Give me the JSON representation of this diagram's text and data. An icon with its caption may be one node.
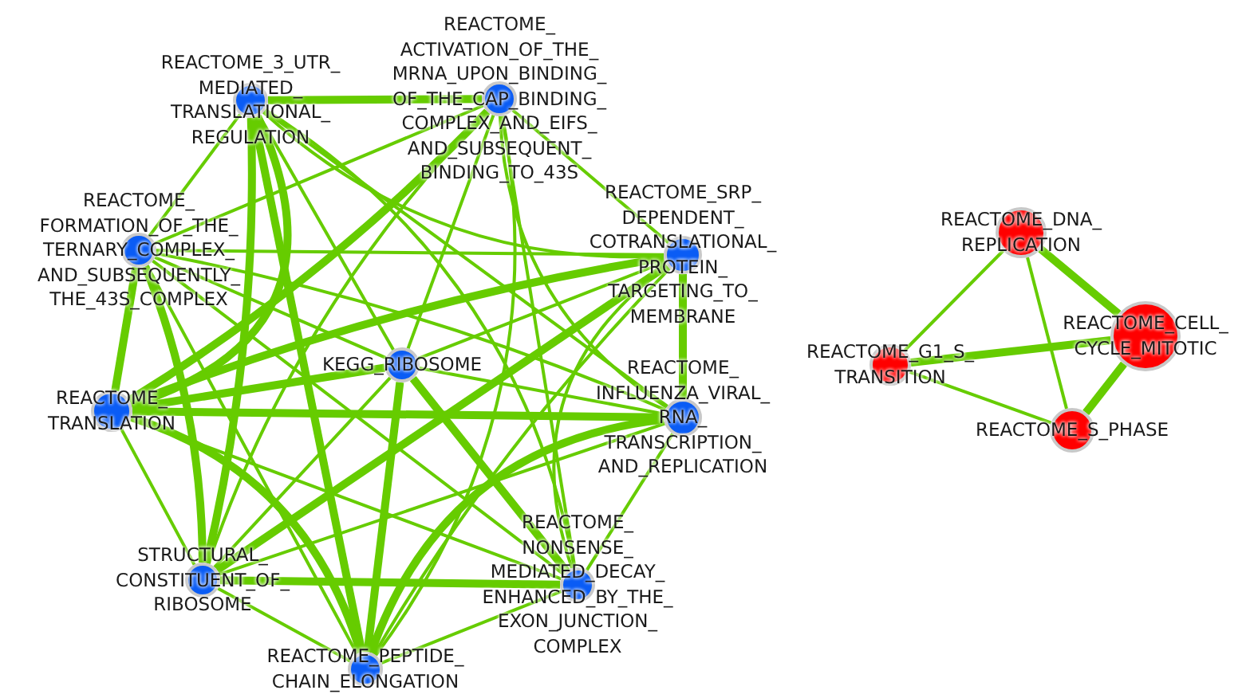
{
  "diagram": {
    "nodes": [
      {
        "text": [
          "REACTOME_3_UTR_ MEDIATED_ TRANSLATIONAL_ REGULATION"
        ]
      },
      {
        "text": [
          "REACTOME_ ACTIVATION_OF_THE_ MRNA_UPON_BINDING_ OF_THE_CAP_BINDING_ COMPLEX_AND_EIFS_ AND_SUBSEQUENT_ BINDING_TO_43S"
        ]
      },
      {
        "text": [
          "REACTOME_ FORMATION_OF_THE_ TERNARY_COMPLEX_ AND_SUBSEQUENTLY_ THE_43S_COMPLEX"
        ]
      },
      {
        "text": [
          "REACTOME_SRP_ DEPENDENT_ COTRANSLATIONAL_ PROTEIN_ TARGETING_TO_ MEMBRANE"
        ]
      },
      {
        "text": [
          "KEGG_RIBOSOME"
        ]
      },
      {
        "text": [
          "REACTOME_ TRANSLATION"
        ]
      },
      {
        "text": [
          "REACTOME_ INFLUENZA_VIRAL_ RNA_ TRANSCRIPTION_ AND_REPLICATION"
        ]
      },
      {
        "text": [
          "STRUCTURAL_ CONSTITUENT_OF_ RIBOSOME"
        ]
      },
      {
        "text": [
          "REACTOME_ NONSENSE_ MEDIATED_DECAY_ ENHANCED_BY_THE_ EXON_JUNCTION_ COMPLEX"
        ]
      },
      {
        "text": [
          "REACTOME_PEPTIDE_ CHAIN_ELONGATION"
        ]
      },
      {
        "text": [
          "REACTOME_DNA_ REPLICATION"
        ]
      },
      {
        "text": [
          "REACTOME_G1_S_ TRANSITION"
        ]
      },
      {
        "text": [
          "REACTOME_CELL_ CYCLE_MITOTIC"
        ]
      },
      {
        "text": [
          "REACTOME_S_PHASE"
        ]
      }
    ],
    "edges": [
      {
        "from": 0,
        "to": 1,
        "arrow": "none",
        "style": "thick"
      },
      {
        "from": 0,
        "to": 2,
        "arrow": "none"
      },
      {
        "from": 0,
        "to": 3,
        "arrow": "none"
      },
      {
        "from": 0,
        "to": 4,
        "arrow": "none"
      },
      {
        "from": 0,
        "to": 5,
        "arrow": "none",
        "style": "thick"
      },
      {
        "from": 0,
        "to": 6,
        "arrow": "none"
      },
      {
        "from": 0,
        "to": 7,
        "arrow": "none",
        "style": "thick"
      },
      {
        "from": 0,
        "to": 8,
        "arrow": "none"
      },
      {
        "from": 0,
        "to": 9,
        "arrow": "none",
        "style": "thick"
      },
      {
        "from": 1,
        "to": 2,
        "arrow": "none"
      },
      {
        "from": 1,
        "to": 3,
        "arrow": "none"
      },
      {
        "from": 1,
        "to": 4,
        "arrow": "none"
      },
      {
        "from": 1,
        "to": 5,
        "arrow": "none",
        "style": "thick"
      },
      {
        "from": 1,
        "to": 6,
        "arrow": "none"
      },
      {
        "from": 1,
        "to": 7,
        "arrow": "none"
      },
      {
        "from": 1,
        "to": 8,
        "arrow": "none"
      },
      {
        "from": 1,
        "to": 9,
        "arrow": "none"
      },
      {
        "from": 2,
        "to": 3,
        "arrow": "none"
      },
      {
        "from": 2,
        "to": 4,
        "arrow": "none"
      },
      {
        "from": 2,
        "to": 5,
        "arrow": "none",
        "style": "thick"
      },
      {
        "from": 2,
        "to": 6,
        "arrow": "none"
      },
      {
        "from": 2,
        "to": 7,
        "arrow": "none",
        "style": "thick"
      },
      {
        "from": 2,
        "to": 8,
        "arrow": "none"
      },
      {
        "from": 2,
        "to": 9,
        "arrow": "none"
      },
      {
        "from": 3,
        "to": 4,
        "arrow": "none"
      },
      {
        "from": 3,
        "to": 5,
        "arrow": "none",
        "style": "thick"
      },
      {
        "from": 3,
        "to": 6,
        "arrow": "none",
        "style": "thick"
      },
      {
        "from": 3,
        "to": 7,
        "arrow": "none",
        "style": "thick"
      },
      {
        "from": 3,
        "to": 8,
        "arrow": "none"
      },
      {
        "from": 3,
        "to": 9,
        "arrow": "none"
      },
      {
        "from": 4,
        "to": 5,
        "arrow": "none",
        "style": "thick"
      },
      {
        "from": 4,
        "to": 6,
        "arrow": "none"
      },
      {
        "from": 4,
        "to": 7,
        "arrow": "none"
      },
      {
        "from": 4,
        "to": 8,
        "arrow": "none",
        "style": "thick"
      },
      {
        "from": 4,
        "to": 9,
        "arrow": "none",
        "style": "thick"
      },
      {
        "from": 5,
        "to": 6,
        "arrow": "none",
        "style": "thick"
      },
      {
        "from": 5,
        "to": 7,
        "arrow": "none"
      },
      {
        "from": 5,
        "to": 8,
        "arrow": "none"
      },
      {
        "from": 5,
        "to": 9,
        "arrow": "none",
        "style": "thick"
      },
      {
        "from": 6,
        "to": 7,
        "arrow": "none"
      },
      {
        "from": 6,
        "to": 8,
        "arrow": "none"
      },
      {
        "from": 6,
        "to": 9,
        "arrow": "none",
        "style": "thick"
      },
      {
        "from": 7,
        "to": 8,
        "arrow": "none",
        "style": "thick"
      },
      {
        "from": 7,
        "to": 9,
        "arrow": "none"
      },
      {
        "from": 8,
        "to": 9,
        "arrow": "none"
      },
      {
        "from": 10,
        "to": 11,
        "arrow": "none"
      },
      {
        "from": 10,
        "to": 12,
        "arrow": "none",
        "style": "thick"
      },
      {
        "from": 10,
        "to": 13,
        "arrow": "none"
      },
      {
        "from": 11,
        "to": 12,
        "arrow": "none",
        "style": "thick"
      },
      {
        "from": 11,
        "to": 13,
        "arrow": "none"
      },
      {
        "from": 12,
        "to": 13,
        "arrow": "none",
        "style": "thick"
      }
    ]
  }
}
